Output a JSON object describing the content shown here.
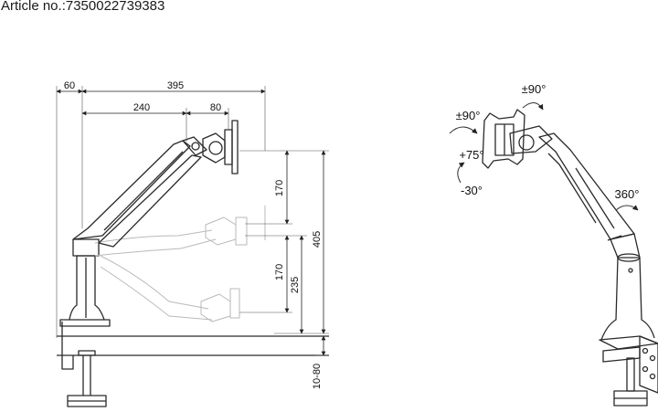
{
  "article": {
    "label": "Article no.:",
    "number": "7350022739383"
  },
  "dimensions": {
    "d60": "60",
    "d395": "395",
    "d240": "240",
    "d80": "80",
    "d170_upper": "170",
    "d170_lower": "170",
    "d235": "235",
    "d405": "405",
    "d10_80": "10-80"
  },
  "angles": {
    "tilt_up": "+75°",
    "tilt_down": "-30°",
    "swivel": "±90°",
    "rotate": "±90°",
    "arm_rotation": "360°"
  }
}
